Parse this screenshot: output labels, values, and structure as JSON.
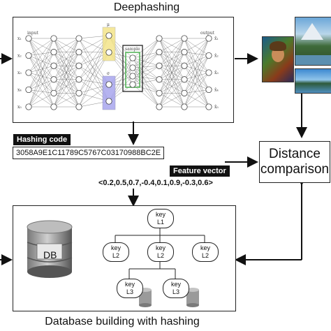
{
  "top_title": "Deephashing",
  "bottom_title": "Database building with hashing",
  "nn": {
    "input_label": "input",
    "output_label": "output",
    "mu_label": "μ",
    "sigma_label": "σ",
    "sample_label": "sample",
    "input_nodes": [
      "x₁",
      "x₂",
      "x₃",
      "x₄",
      "x₅"
    ],
    "output_nodes": [
      "x̂₁",
      "x̂₂",
      "x̂₃",
      "x̂₄",
      "x̂₅"
    ]
  },
  "hashing": {
    "label": "Hashing code",
    "code": "3058A9E1C11789C5767C03170988BC2E"
  },
  "feature": {
    "label": "Feature vector",
    "vector": "<0.2,0.5,0.7,-0.4,0.1,0.9,-0.3,0.6>"
  },
  "distance": {
    "line1": "Distance",
    "line2": "comparison"
  },
  "db": {
    "label": "DB"
  },
  "tree": {
    "root": {
      "k": "key",
      "l": "L1"
    },
    "left": {
      "k": "key",
      "l": "L2"
    },
    "mid": {
      "k": "key",
      "l": "L2"
    },
    "right": {
      "k": "key",
      "l": "L2"
    },
    "leaf1": {
      "k": "key",
      "l": "L3"
    },
    "leaf2": {
      "k": "key",
      "l": "L3"
    }
  },
  "colors": {
    "mu_box": "#f4e58a",
    "sigma_box": "#a9a6ee",
    "sample_box": "#4caf50"
  }
}
